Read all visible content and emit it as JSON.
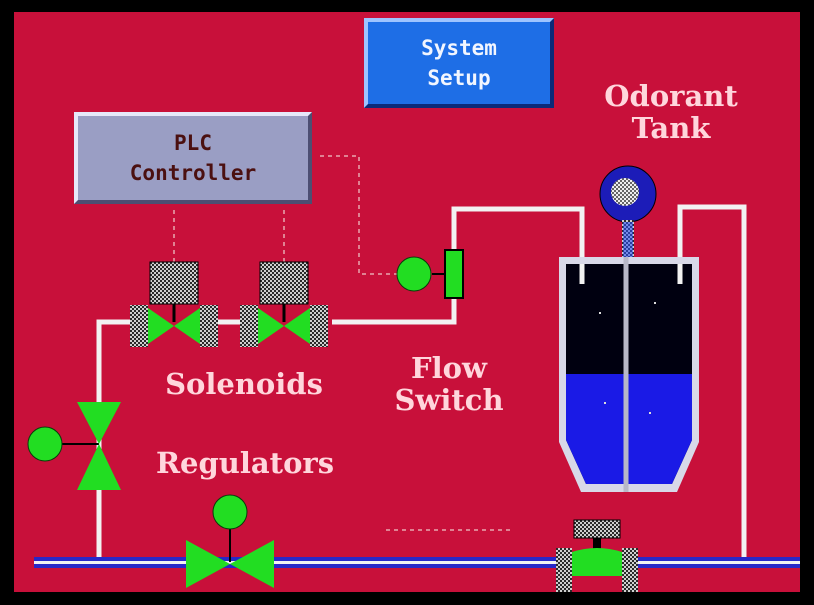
{
  "buttons": {
    "system_setup": "System\nSetup",
    "plc_controller": "PLC\nController"
  },
  "labels": {
    "odorant_tank": "Odorant\nTank",
    "solenoids": "Solenoids",
    "flow_switch": "Flow\nSwitch",
    "regulators": "Regulators"
  },
  "tank": {
    "liquid_level": 0.39
  },
  "colors": {
    "background": "#c8103a",
    "pipe": "#f2f2f2",
    "main_line": "#2828c8",
    "valve_green": "#22dd22",
    "liquid_blue": "#1a1ae6",
    "tank_dark": "#000010"
  }
}
